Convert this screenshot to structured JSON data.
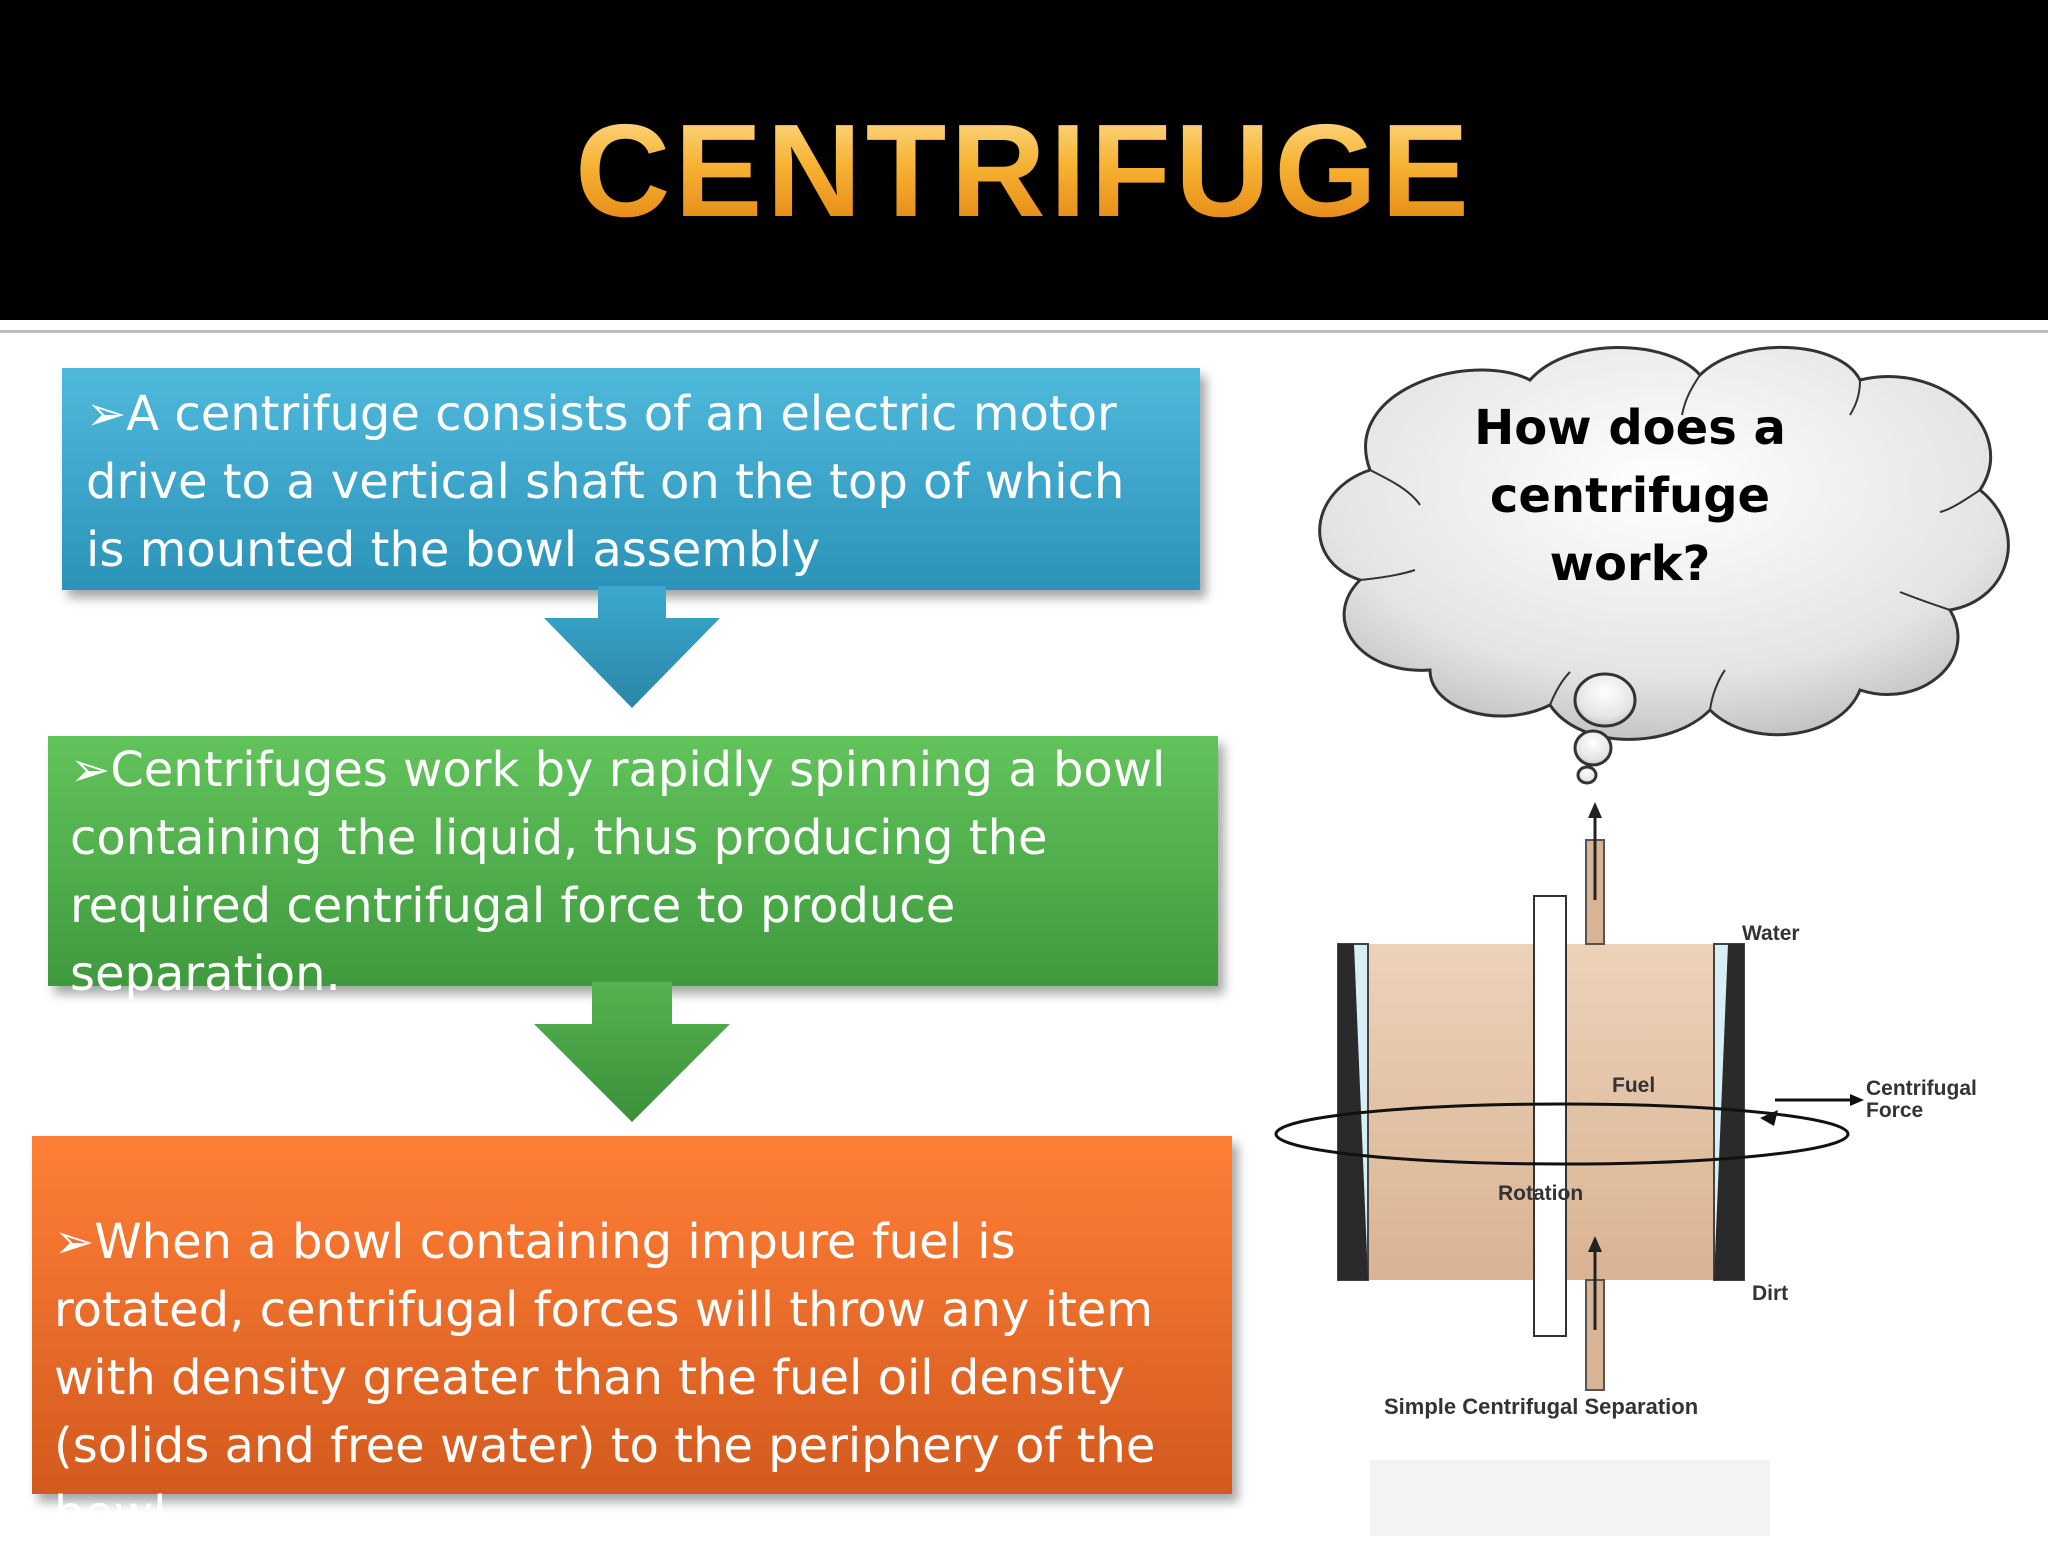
{
  "title": "CENTRIFUGE",
  "bullet_symbol": "➢",
  "flow": {
    "box1": "A centrifuge consists of an electric motor drive to a vertical shaft on the top of which is mounted the bowl assembly",
    "box2": "Centrifuges work by rapidly spinning a bowl containing the liquid, thus producing the required centrifugal force to produce separation.",
    "box3": "When a bowl containing impure fuel is rotated, centrifugal forces will throw any item with density greater than the fuel oil density (solids and free water) to the periphery of the bowl ."
  },
  "thought_bubble": "How does a centrifuge work?",
  "diagram": {
    "labels": {
      "water": "Water",
      "fuel": "Fuel",
      "centrifugal_force": "Centrifugal Force",
      "rotation": "Rotation",
      "dirt": "Dirt"
    },
    "caption": "Simple Centrifugal Separation"
  },
  "colors": {
    "title": "#f4a11e",
    "box1": "#3aa6cc",
    "box2": "#53b24e",
    "box3": "#e8682a",
    "fuel": "#e7c5a6"
  }
}
